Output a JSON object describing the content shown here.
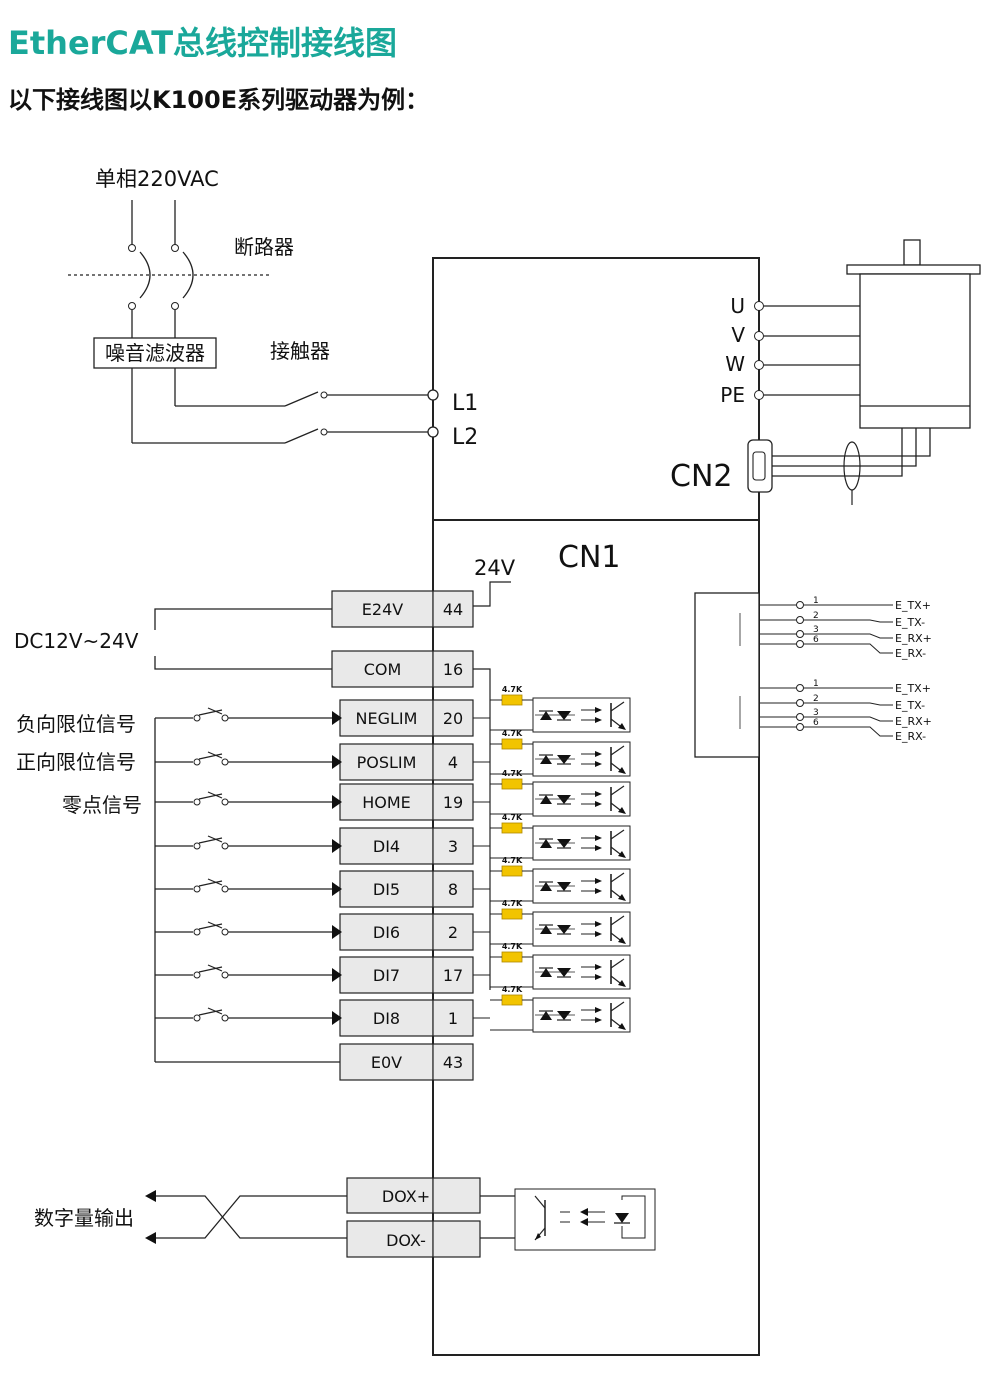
{
  "header": {
    "title": "EtherCAT总线控制接线图",
    "subtitle": "以下接线图以K100E系列驱动器为例："
  },
  "power": {
    "supply_label": "单相220VAC",
    "breaker_label": "断路器",
    "filter_label": "噪音滤波器",
    "contactor_label": "接触器",
    "l1": "L1",
    "l2": "L2"
  },
  "motor_terminals": [
    "U",
    "V",
    "W",
    "PE"
  ],
  "cn2_label": "CN2",
  "cn1": {
    "label": "CN1",
    "supply_24v": "24V",
    "dc_label": "DC12V~24V",
    "resistor_label": "4.7K",
    "pins": [
      {
        "name": "E24V",
        "num": "44"
      },
      {
        "name": "COM",
        "num": "16"
      },
      {
        "name": "NEGLIM",
        "num": "20"
      },
      {
        "name": "POSLIM",
        "num": "4"
      },
      {
        "name": "HOME",
        "num": "19"
      },
      {
        "name": "DI4",
        "num": "3"
      },
      {
        "name": "DI5",
        "num": "8"
      },
      {
        "name": "DI6",
        "num": "2"
      },
      {
        "name": "DI7",
        "num": "17"
      },
      {
        "name": "DI8",
        "num": "1"
      },
      {
        "name": "E0V",
        "num": "43"
      }
    ],
    "signal_labels": [
      "负向限位信号",
      "正向限位信号",
      "零点信号"
    ],
    "outputs": [
      "DOX+",
      "DOX-"
    ],
    "output_label": "数字量输出"
  },
  "ethercat": {
    "pin_numbers": [
      "1",
      "2",
      "3",
      "6"
    ],
    "signals": [
      "E_TX+",
      "E_TX-",
      "E_RX+",
      "E_RX-"
    ]
  }
}
